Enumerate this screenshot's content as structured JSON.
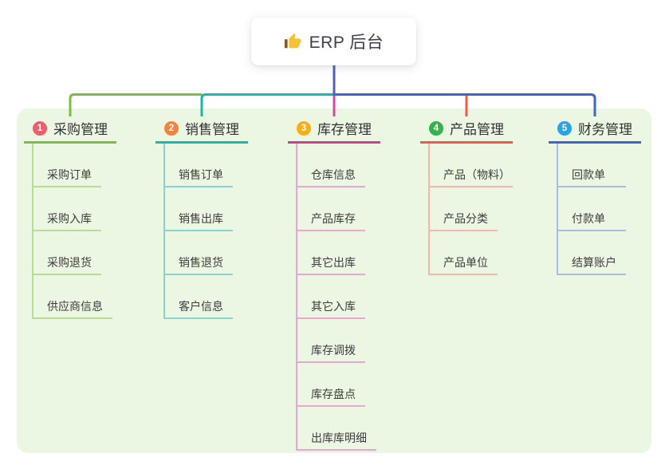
{
  "root": {
    "label": "ERP 后台",
    "icon": "thumbs-up",
    "drop_line_color": "#535cce"
  },
  "panel": {
    "background": "#ebf7e3"
  },
  "text_colors": {
    "topic": "#333333",
    "child": "#3d3d3d",
    "root": "#3c4049"
  },
  "branches": [
    {
      "index": "1",
      "label": "采购管理",
      "badge_color": "#f05c6a",
      "line_color": "#7ebc49",
      "child_line_color": "#b9dc94",
      "children": [
        "采购订单",
        "采购入库",
        "采购退货",
        "供应商信息"
      ]
    },
    {
      "index": "2",
      "label": "销售管理",
      "badge_color": "#f5823e",
      "line_color": "#17b8b0",
      "child_line_color": "#86d6cf",
      "children": [
        "销售订单",
        "销售出库",
        "销售退货",
        "客户信息"
      ]
    },
    {
      "index": "3",
      "label": "库存管理",
      "badge_color": "#fbad15",
      "line_color": "#cf3e92",
      "drop_color": "#e0459c",
      "children_line": "#eda4ce",
      "child_line_color": "#eda4ce",
      "children": [
        "仓库信息",
        "产品库存",
        "其它出库",
        "其它入库",
        "库存调拨",
        "库存盘点",
        "出库库明细"
      ]
    },
    {
      "index": "4",
      "label": "产品管理",
      "badge_color": "#33b34a",
      "line_color": "#f0584e",
      "child_line_color": "#f8b4ad",
      "children": [
        "产品（物料）",
        "产品分类",
        "产品单位"
      ]
    },
    {
      "index": "5",
      "label": "财务管理",
      "badge_color": "#29a3e8",
      "line_color": "#3f63d0",
      "child_line_color": "#aabce1",
      "children": [
        "回款单",
        "付款单",
        "结算账户"
      ]
    }
  ]
}
